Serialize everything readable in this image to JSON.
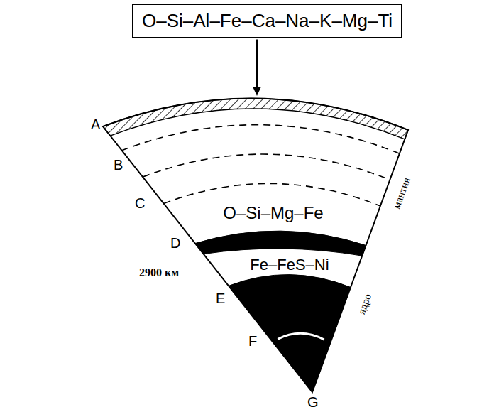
{
  "diagram": {
    "nodes": [
      {
        "text": [
          "O–Si–Al–Fe–Ca–Na–K–Mg–Ti"
        ]
      }
    ],
    "labels": [
      "A",
      "B",
      "C",
      "D",
      "2900 км",
      "E",
      "F",
      "G",
      "O–Si–Mg–Fe",
      "Fe–FeS–Ni",
      "мантия",
      "ядро"
    ]
  }
}
